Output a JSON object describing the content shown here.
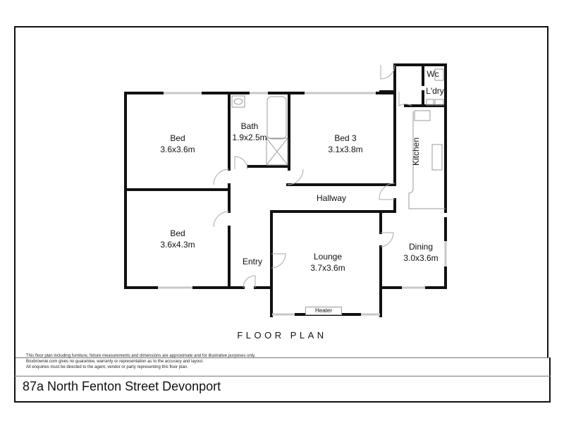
{
  "title": "FLOOR PLAN",
  "address": "87a North Fenton Street Devonport",
  "disclaimer": [
    "This floor plan including furniture, fixture measurements and dimensions are approximate and for illustrative purposes only.",
    "Boxbrownie.com gives no guarantee, warranty or representation as to the accuracy and layout.",
    "All enquiries must be directed to the agent, vendor or party representing this floor plan."
  ],
  "rooms": {
    "bed1": {
      "name": "Bed",
      "size": "3.6x3.6m"
    },
    "bed2": {
      "name": "Bed",
      "size": "3.6x4.3m"
    },
    "bath": {
      "name": "Bath",
      "size": "1.9x2.5m"
    },
    "bed3": {
      "name": "Bed 3",
      "size": "3.1x3.8m"
    },
    "hallway": {
      "name": "Hallway"
    },
    "entry": {
      "name": "Entry"
    },
    "lounge": {
      "name": "Lounge",
      "size": "3.7x3.6m"
    },
    "dining": {
      "name": "Dining",
      "size": "3.0x3.6m"
    },
    "kitchen": {
      "name": "Kitchen"
    },
    "wc": {
      "name": "Wc"
    },
    "laundry": {
      "name": "L'dry"
    }
  },
  "fixtures": {
    "heater": "Heater"
  },
  "colors": {
    "wall": "#111111",
    "window": "#d8d8d8",
    "fixture": "#999999"
  }
}
